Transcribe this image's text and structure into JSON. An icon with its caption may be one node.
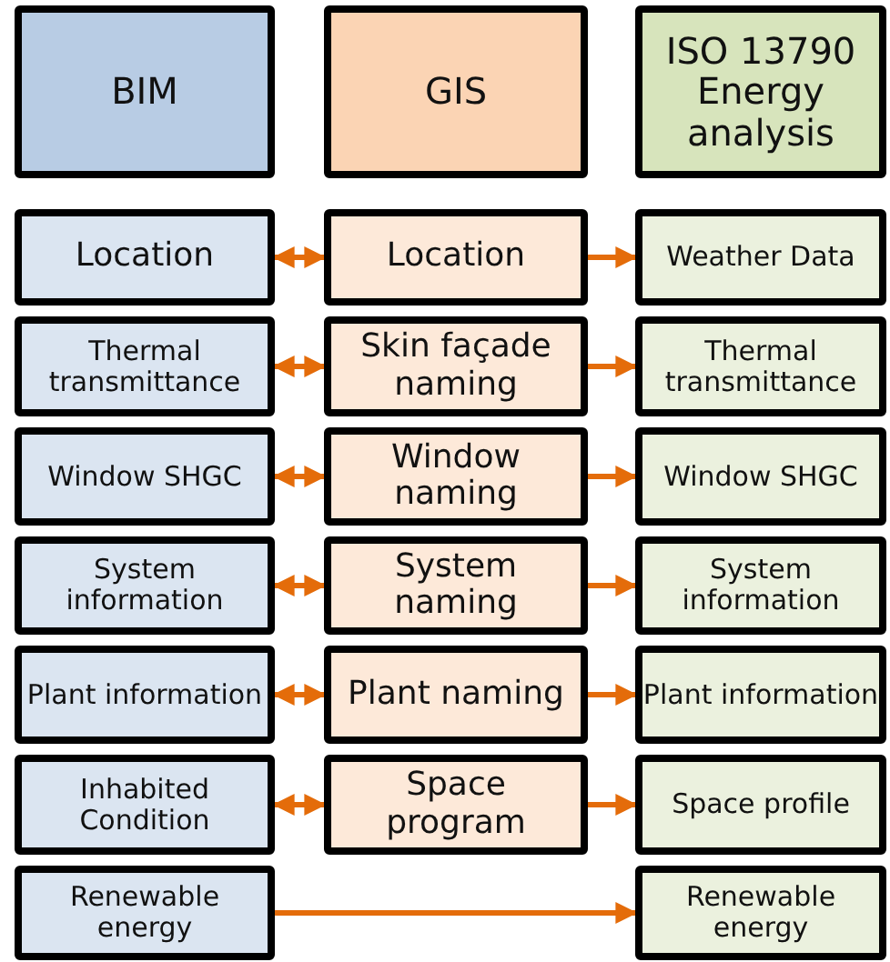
{
  "diagram": {
    "nodes": [
      {
        "text": [
          "BIM"
        ]
      },
      {
        "text": [
          "GIS"
        ]
      },
      {
        "text": [
          "ISO 13790 Energy analysis"
        ]
      },
      {
        "text": [
          "Location"
        ]
      },
      {
        "text": [
          "Location"
        ]
      },
      {
        "text": [
          "Weather Data"
        ]
      },
      {
        "text": [
          "Thermal transmittance"
        ]
      },
      {
        "text": [
          "Skin façade naming"
        ]
      },
      {
        "text": [
          "Thermal transmittance"
        ]
      },
      {
        "text": [
          "Window SHGC"
        ]
      },
      {
        "text": [
          "Window naming"
        ]
      },
      {
        "text": [
          "Window SHGC"
        ]
      },
      {
        "text": [
          "System information"
        ]
      },
      {
        "text": [
          "System naming"
        ]
      },
      {
        "text": [
          "System information"
        ]
      },
      {
        "text": [
          "Plant information"
        ]
      },
      {
        "text": [
          "Plant naming"
        ]
      },
      {
        "text": [
          "Plant information"
        ]
      },
      {
        "text": [
          "Inhabited Condition"
        ]
      },
      {
        "text": [
          "Space program"
        ]
      },
      {
        "text": [
          "Space profile"
        ]
      },
      {
        "text": [
          "Renewable energy"
        ]
      },
      {
        "text": [
          "Renewable energy"
        ]
      }
    ],
    "edges": [
      {
        "from": 3,
        "to": 4,
        "arrow": "both"
      },
      {
        "from": 4,
        "to": 5,
        "arrow": "to"
      },
      {
        "from": 6,
        "to": 7,
        "arrow": "both"
      },
      {
        "from": 7,
        "to": 8,
        "arrow": "to"
      },
      {
        "from": 9,
        "to": 10,
        "arrow": "both"
      },
      {
        "from": 10,
        "to": 11,
        "arrow": "to"
      },
      {
        "from": 12,
        "to": 13,
        "arrow": "both"
      },
      {
        "from": 13,
        "to": 14,
        "arrow": "to"
      },
      {
        "from": 15,
        "to": 16,
        "arrow": "both"
      },
      {
        "from": 16,
        "to": 17,
        "arrow": "to"
      },
      {
        "from": 18,
        "to": 19,
        "arrow": "both"
      },
      {
        "from": 19,
        "to": 20,
        "arrow": "to"
      },
      {
        "from": 21,
        "to": 22,
        "arrow": "to"
      }
    ]
  }
}
